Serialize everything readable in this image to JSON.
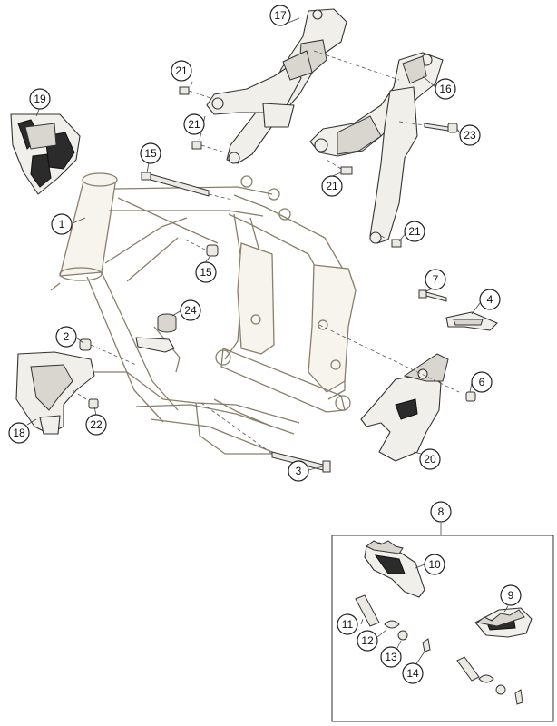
{
  "callouts": [
    {
      "id": "17",
      "label": "17"
    },
    {
      "id": "21a",
      "label": "21"
    },
    {
      "id": "21b",
      "label": "21"
    },
    {
      "id": "16",
      "label": "16"
    },
    {
      "id": "23",
      "label": "23"
    },
    {
      "id": "19",
      "label": "19"
    },
    {
      "id": "15a",
      "label": "15"
    },
    {
      "id": "21c",
      "label": "21"
    },
    {
      "id": "1",
      "label": "1"
    },
    {
      "id": "21d",
      "label": "21"
    },
    {
      "id": "15b",
      "label": "15"
    },
    {
      "id": "7",
      "label": "7"
    },
    {
      "id": "4",
      "label": "4"
    },
    {
      "id": "24",
      "label": "24"
    },
    {
      "id": "2",
      "label": "2"
    },
    {
      "id": "6",
      "label": "6"
    },
    {
      "id": "22",
      "label": "22"
    },
    {
      "id": "18",
      "label": "18"
    },
    {
      "id": "3",
      "label": "3"
    },
    {
      "id": "20",
      "label": "20"
    },
    {
      "id": "8",
      "label": "8"
    },
    {
      "id": "10",
      "label": "10"
    },
    {
      "id": "9",
      "label": "9"
    },
    {
      "id": "11",
      "label": "11"
    },
    {
      "id": "12",
      "label": "12"
    },
    {
      "id": "13",
      "label": "13"
    },
    {
      "id": "14",
      "label": "14"
    }
  ],
  "colors": {
    "frame_stroke": "#8a7e6a",
    "part_stroke": "#333333",
    "callout_stroke": "#222222",
    "background": "#ffffff"
  }
}
